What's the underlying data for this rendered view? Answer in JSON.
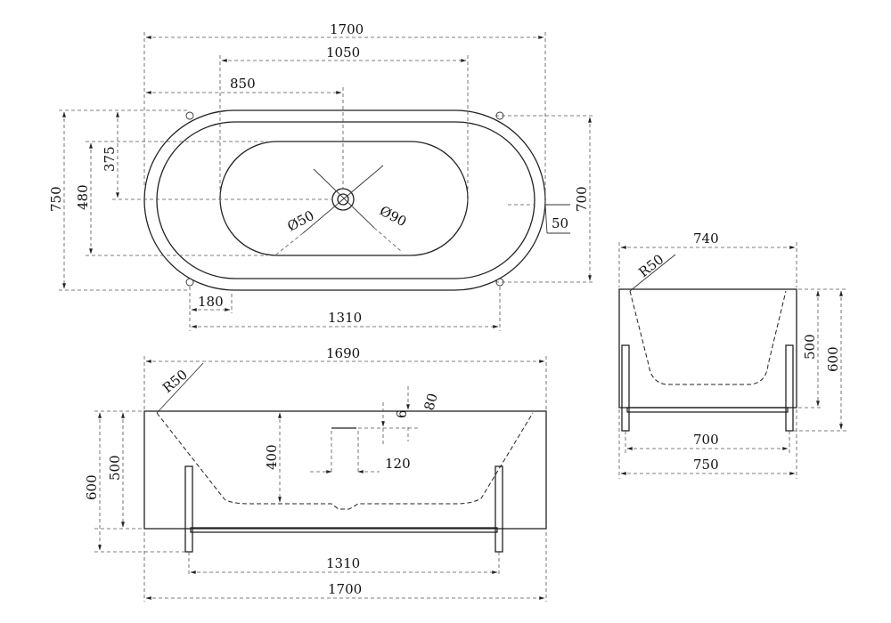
{
  "colors": {
    "line": "#222222",
    "background": "#ffffff"
  },
  "top_view": {
    "total_length": "1700",
    "span_1050": "1050",
    "drain_offset": "850",
    "outer_width": "750",
    "inner_width": "480",
    "drain_depth": "375",
    "rim_width": "700",
    "rim_offset": "50",
    "foot_offset": "180",
    "foot_spacing": "1310",
    "drain_diameter": "Ø50",
    "overflow_diameter": "Ø90"
  },
  "side_view": {
    "total_length": "1690",
    "radius": "R50",
    "overall_height": "600",
    "body_height": "500",
    "inner_depth": "400",
    "overflow_height": "80",
    "overflow_gap": "6",
    "overflow_length": "120",
    "foot_spacing": "1310",
    "bottom_length": "1700"
  },
  "end_view": {
    "top_width": "740",
    "radius": "R50",
    "body_height": "500",
    "overall_height": "600",
    "frame_width": "700",
    "base_width": "750"
  }
}
